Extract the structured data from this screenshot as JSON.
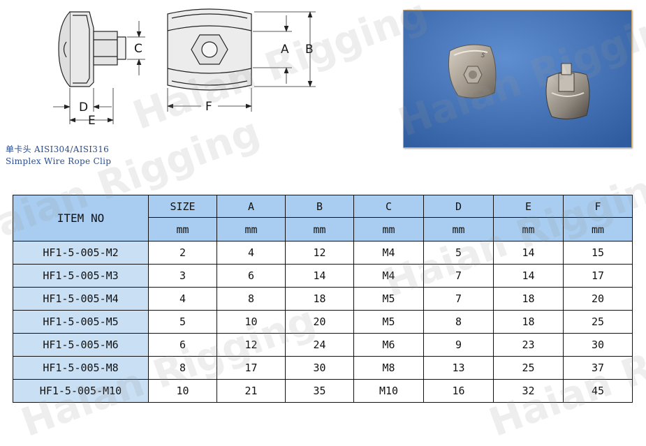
{
  "drawing": {
    "labels": {
      "a": "A",
      "b": "B",
      "c": "C",
      "d": "D",
      "e": "E",
      "f": "F"
    }
  },
  "caption": {
    "line1": "单卡头  AISI304/AISI316",
    "line2": "Simplex Wire Rope Clip"
  },
  "watermarks": [
    "Haian Rigging",
    "Haian Rigging",
    "Haian Rigging",
    "Haian Rigging",
    "Haian Rigging",
    "Haian Rigging"
  ],
  "table": {
    "item_header": "ITEM NO",
    "columns": [
      {
        "label": "SIZE",
        "unit": "mm"
      },
      {
        "label": "A",
        "unit": "mm"
      },
      {
        "label": "B",
        "unit": "mm"
      },
      {
        "label": "C",
        "unit": "mm"
      },
      {
        "label": "D",
        "unit": "mm"
      },
      {
        "label": "E",
        "unit": "mm"
      },
      {
        "label": "F",
        "unit": "mm"
      }
    ],
    "rows": [
      {
        "item": "HF1-5-005-M2",
        "values": [
          "2",
          "4",
          "12",
          "M4",
          "5",
          "14",
          "15"
        ]
      },
      {
        "item": "HF1-5-005-M3",
        "values": [
          "3",
          "6",
          "14",
          "M4",
          "7",
          "14",
          "17"
        ]
      },
      {
        "item": "HF1-5-005-M4",
        "values": [
          "4",
          "8",
          "18",
          "M5",
          "7",
          "18",
          "20"
        ]
      },
      {
        "item": "HF1-5-005-M5",
        "values": [
          "5",
          "10",
          "20",
          "M5",
          "8",
          "18",
          "25"
        ]
      },
      {
        "item": "HF1-5-005-M6",
        "values": [
          "6",
          "12",
          "24",
          "M6",
          "9",
          "23",
          "30"
        ]
      },
      {
        "item": "HF1-5-005-M8",
        "values": [
          "8",
          "17",
          "30",
          "M8",
          "13",
          "25",
          "37"
        ]
      },
      {
        "item": "HF1-5-005-M10",
        "values": [
          "10",
          "21",
          "35",
          "M10",
          "16",
          "32",
          "45"
        ]
      }
    ]
  }
}
